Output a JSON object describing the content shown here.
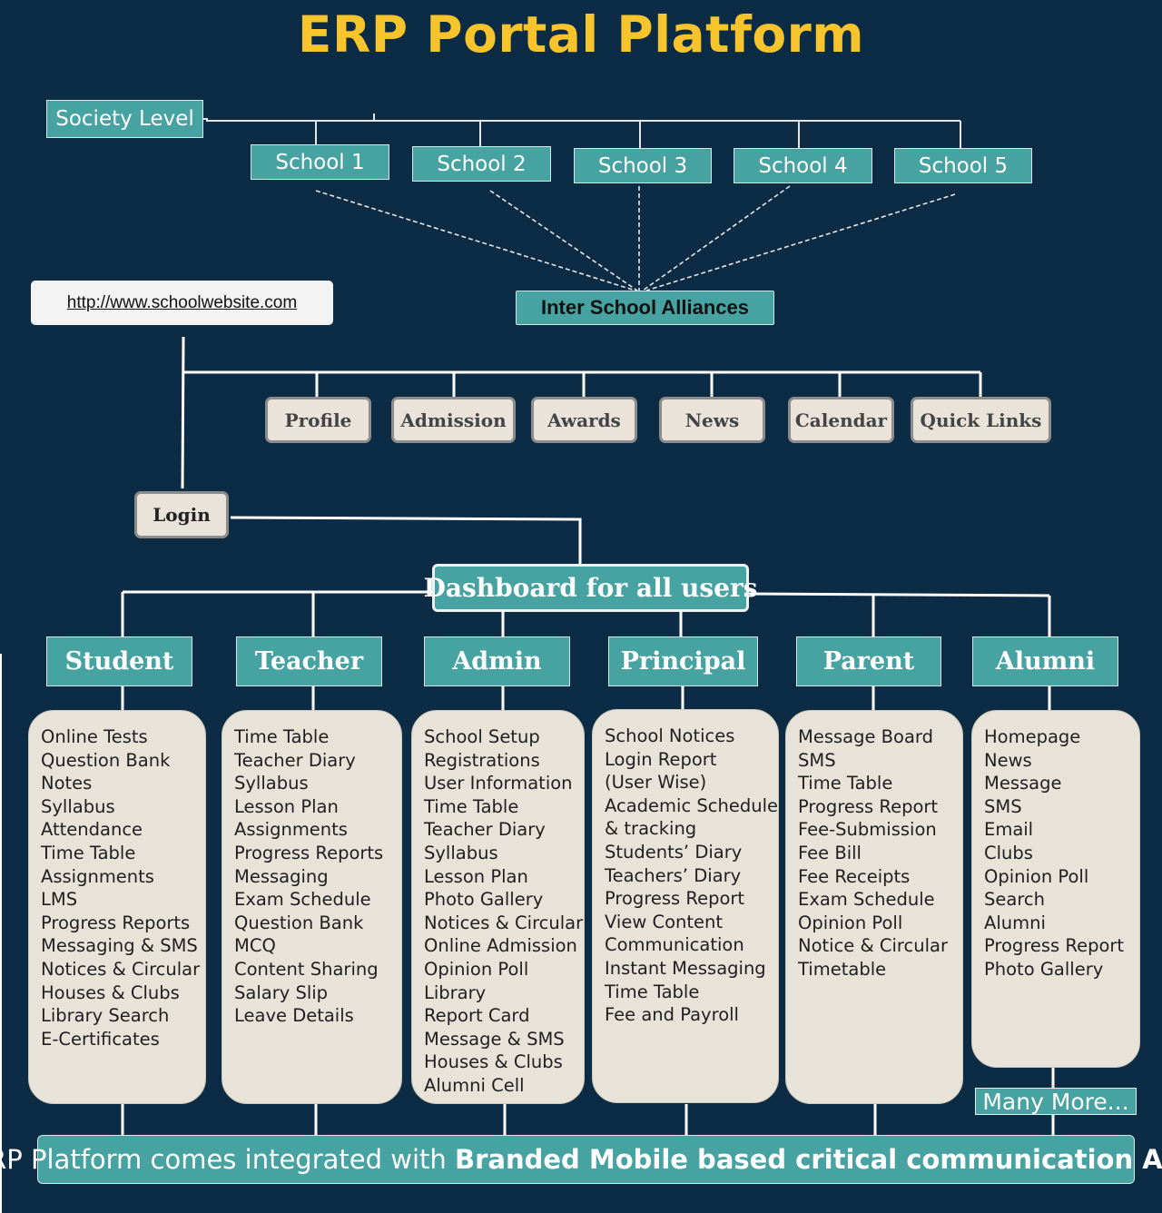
{
  "title": "ERP Portal Platform",
  "society": "Society Level",
  "schools": [
    "School 1",
    "School 2",
    "School 3",
    "School 4",
    "School 5"
  ],
  "url": "http://www.schoolwebsite.com",
  "alliance": "Inter School Alliances",
  "site_pages": [
    "Profile",
    "Admission",
    "Awards",
    "News",
    "Calendar",
    "Quick Links"
  ],
  "login": "Login",
  "dashboard": "Dashboard for all users",
  "roles": [
    {
      "name": "Student",
      "items": [
        "Online Tests",
        "Question Bank",
        "Notes",
        "Syllabus",
        "Attendance",
        "Time Table",
        "Assignments",
        "LMS",
        "Progress Reports",
        "Messaging & SMS",
        "Notices & Circular",
        "Houses & Clubs",
        "Library Search",
        "E-Certificates"
      ]
    },
    {
      "name": "Teacher",
      "items": [
        "Time Table",
        "Teacher Diary",
        "Syllabus",
        "Lesson Plan",
        "Assignments",
        "Progress Reports",
        "Messaging",
        "Exam Schedule",
        "Question Bank",
        "MCQ",
        "Content Sharing",
        "Salary Slip",
        "Leave Details"
      ]
    },
    {
      "name": "Admin",
      "items": [
        "School Setup",
        "Registrations",
        "User Information",
        "Time Table",
        "Teacher Diary",
        "Syllabus",
        "Lesson Plan",
        "Photo Gallery",
        "Notices & Circular",
        "Online Admission",
        "Opinion Poll",
        "Library",
        "Report Card",
        "Message & SMS",
        "Houses & Clubs",
        "Alumni Cell"
      ]
    },
    {
      "name": "Principal",
      "items": [
        "School Notices",
        "Login Report",
        "(User Wise)",
        "Academic Schedule",
        "& tracking",
        "Students’ Diary",
        "Teachers’ Diary",
        "Progress Report",
        "View Content",
        "Communication",
        "Instant Messaging",
        "Time Table",
        "Fee and Payroll"
      ]
    },
    {
      "name": "Parent",
      "items": [
        "Message Board",
        "SMS",
        "Time Table",
        "Progress Report",
        "Fee-Submission",
        "Fee Bill",
        "Fee Receipts",
        "Exam Schedule",
        "Opinion Poll",
        "Notice & Circular",
        "Timetable"
      ]
    },
    {
      "name": "Alumni",
      "items": [
        "Homepage",
        "News",
        "Message",
        "SMS",
        "Email",
        "Clubs",
        "Opinion Poll",
        "Search",
        "Alumni",
        "Progress Report",
        "Photo Gallery"
      ]
    }
  ],
  "many_more": "Many More...",
  "banner": {
    "lead": "ERP Platform comes integrated with ",
    "bold": "Branded Mobile based critical communication App"
  },
  "colors": {
    "background": "#0c2c45",
    "title": "#f7c52b",
    "teal": "#46a3a2",
    "panel": "#e8e3d8",
    "pill": "#e9e3d9"
  }
}
